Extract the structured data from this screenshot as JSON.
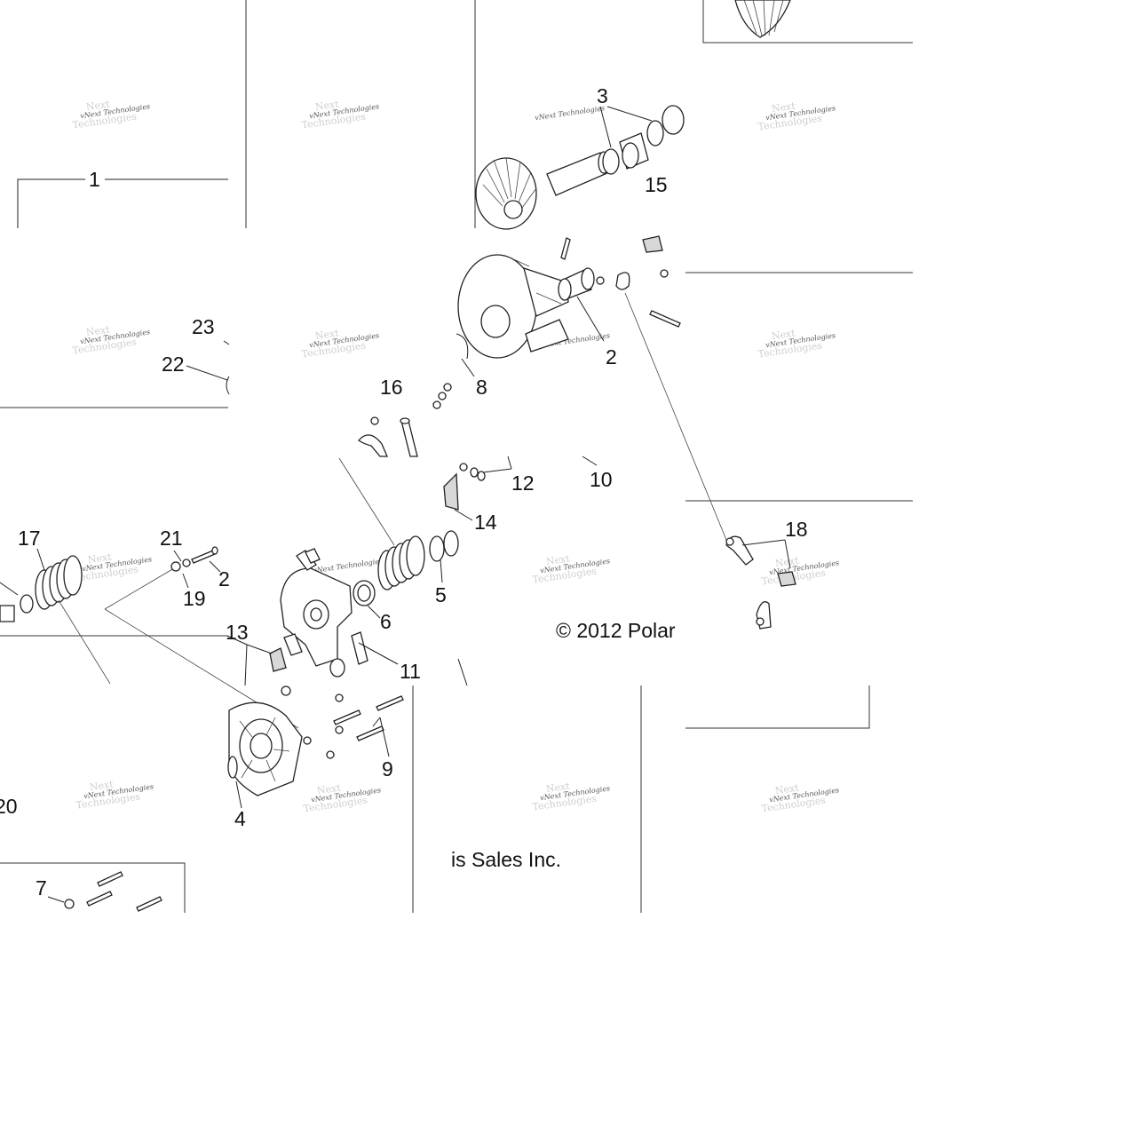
{
  "colors": {
    "ink": "#111111",
    "watermark": "#555555",
    "background": "#ffffff"
  },
  "watermark": {
    "line1": "vNext Technologies",
    "line2": "vNext Technologies"
  },
  "callouts": {
    "c1": "1",
    "c2": "2",
    "c3": "3",
    "c4": "4",
    "c5": "5",
    "c6": "6",
    "c7": "7",
    "c8": "8",
    "c9": "9",
    "c10": "10",
    "c11": "11",
    "c12": "12",
    "c13": "13",
    "c14": "14",
    "c15": "15",
    "c16": "16",
    "c17": "17",
    "c18": "18",
    "c19": "19",
    "c20": "20",
    "c21": "21",
    "c22": "22",
    "c23": "23",
    "c2b": "2"
  },
  "credit": {
    "part1": "© 2012 Polar",
    "part2": "is Sales Inc."
  }
}
